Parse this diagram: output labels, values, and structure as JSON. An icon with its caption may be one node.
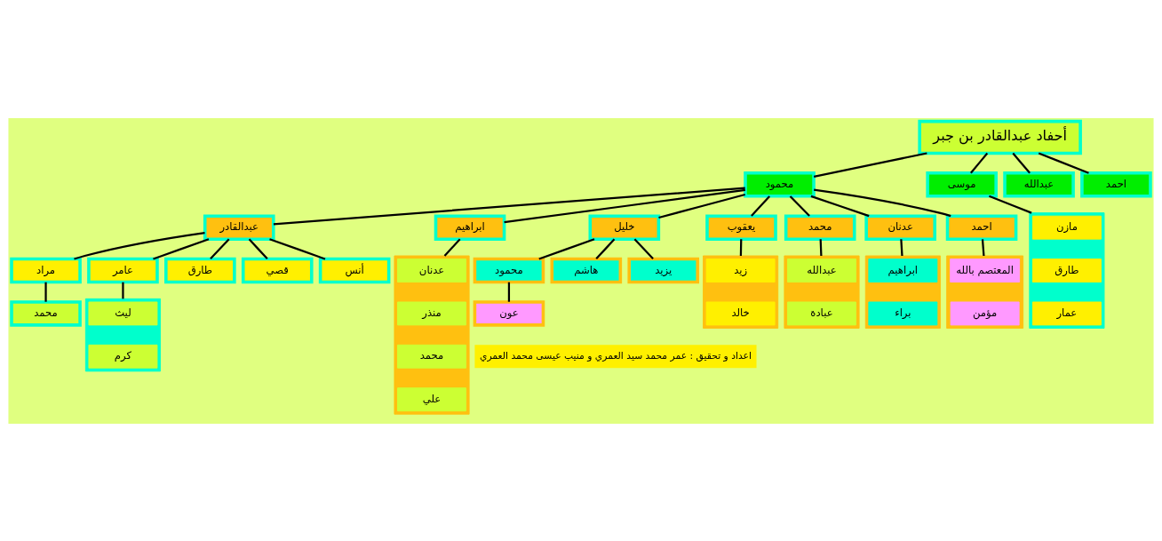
{
  "diagram": {
    "nodes": [
      {
        "text": [
          "أحفاد عبدالقادر بن جبر"
        ]
      },
      {
        "text": [
          "محمود"
        ]
      },
      {
        "text": [
          "موسى"
        ]
      },
      {
        "text": [
          "عبدالله"
        ]
      },
      {
        "text": [
          "احمد"
        ]
      },
      {
        "text": [],
        "shape": "box"
      },
      {
        "text": [
          "مازن"
        ],
        "in": 5
      },
      {
        "text": [
          "طارق"
        ],
        "in": 5
      },
      {
        "text": [
          "عمار"
        ],
        "in": 5
      },
      {
        "text": [
          "عبدالقادر"
        ]
      },
      {
        "text": [
          "ابراهيم"
        ]
      },
      {
        "text": [
          "خليل"
        ]
      },
      {
        "text": [
          "يعقوب"
        ]
      },
      {
        "text": [
          "محمد"
        ]
      },
      {
        "text": [
          "عدنان"
        ]
      },
      {
        "text": [
          "احمد"
        ]
      },
      {
        "text": [],
        "shape": "box"
      },
      {
        "text": [
          "عدنان"
        ],
        "in": 16
      },
      {
        "text": [
          "منذر"
        ],
        "in": 16
      },
      {
        "text": [
          "محمد"
        ],
        "in": 16
      },
      {
        "text": [
          "علي"
        ],
        "in": 16
      },
      {
        "text": [],
        "shape": "box"
      },
      {
        "text": [
          "زيد"
        ],
        "in": 21
      },
      {
        "text": [
          "خالد"
        ],
        "in": 21
      },
      {
        "text": [],
        "shape": "box"
      },
      {
        "text": [
          "عبدالله"
        ],
        "in": 24
      },
      {
        "text": [
          "عبادة"
        ],
        "in": 24
      },
      {
        "text": [],
        "shape": "box"
      },
      {
        "text": [
          "ابراهيم"
        ],
        "in": 27
      },
      {
        "text": [
          "براء"
        ],
        "in": 27
      },
      {
        "text": [],
        "shape": "box"
      },
      {
        "text": [
          "المعتصم بالله"
        ],
        "in": 30
      },
      {
        "text": [
          "مؤمن"
        ],
        "in": 30
      },
      {
        "text": [
          "محمود"
        ]
      },
      {
        "text": [
          "هاشم"
        ]
      },
      {
        "text": [
          "يزيد"
        ]
      },
      {
        "text": [
          "عون"
        ]
      },
      {
        "text": [
          "مراد"
        ]
      },
      {
        "text": [
          "عامر"
        ]
      },
      {
        "text": [
          "طارق"
        ]
      },
      {
        "text": [
          "قصي"
        ]
      },
      {
        "text": [
          "أنس"
        ]
      },
      {
        "text": [
          "محمد"
        ]
      },
      {
        "text": [],
        "shape": "box"
      },
      {
        "text": [
          "ليث"
        ],
        "in": 43
      },
      {
        "text": [
          "كرم"
        ],
        "in": 43
      }
    ],
    "edges": [
      {
        "from": 0,
        "to": 1,
        "arrow": "none"
      },
      {
        "from": 0,
        "to": 2,
        "arrow": "none"
      },
      {
        "from": 0,
        "to": 3,
        "arrow": "none"
      },
      {
        "from": 0,
        "to": 4,
        "arrow": "none"
      },
      {
        "from": 2,
        "to": 5,
        "arrow": "none"
      },
      {
        "from": 1,
        "to": 9,
        "arrow": "none"
      },
      {
        "from": 1,
        "to": 10,
        "arrow": "none"
      },
      {
        "from": 1,
        "to": 11,
        "arrow": "none"
      },
      {
        "from": 1,
        "to": 12,
        "arrow": "none"
      },
      {
        "from": 1,
        "to": 13,
        "arrow": "none"
      },
      {
        "from": 1,
        "to": 14,
        "arrow": "none"
      },
      {
        "from": 1,
        "to": 15,
        "arrow": "none"
      },
      {
        "from": 10,
        "to": 16,
        "arrow": "none"
      },
      {
        "from": 12,
        "to": 21,
        "arrow": "none"
      },
      {
        "from": 13,
        "to": 24,
        "arrow": "none"
      },
      {
        "from": 14,
        "to": 27,
        "arrow": "none"
      },
      {
        "from": 15,
        "to": 30,
        "arrow": "none"
      },
      {
        "from": 11,
        "to": 33,
        "arrow": "none"
      },
      {
        "from": 11,
        "to": 34,
        "arrow": "none"
      },
      {
        "from": 11,
        "to": 35,
        "arrow": "none"
      },
      {
        "from": 33,
        "to": 36,
        "arrow": "none"
      },
      {
        "from": 9,
        "to": 37,
        "arrow": "none"
      },
      {
        "from": 9,
        "to": 38,
        "arrow": "none"
      },
      {
        "from": 9,
        "to": 39,
        "arrow": "none"
      },
      {
        "from": 9,
        "to": 40,
        "arrow": "none"
      },
      {
        "from": 9,
        "to": 41,
        "arrow": "none"
      },
      {
        "from": 37,
        "to": 42,
        "arrow": "none"
      },
      {
        "from": 38,
        "to": 43,
        "arrow": "none"
      }
    ],
    "labels": [
      "اعداد و تحقيق : عمر محمد سيد العمري و منيب عيسى محمد العمري"
    ]
  }
}
